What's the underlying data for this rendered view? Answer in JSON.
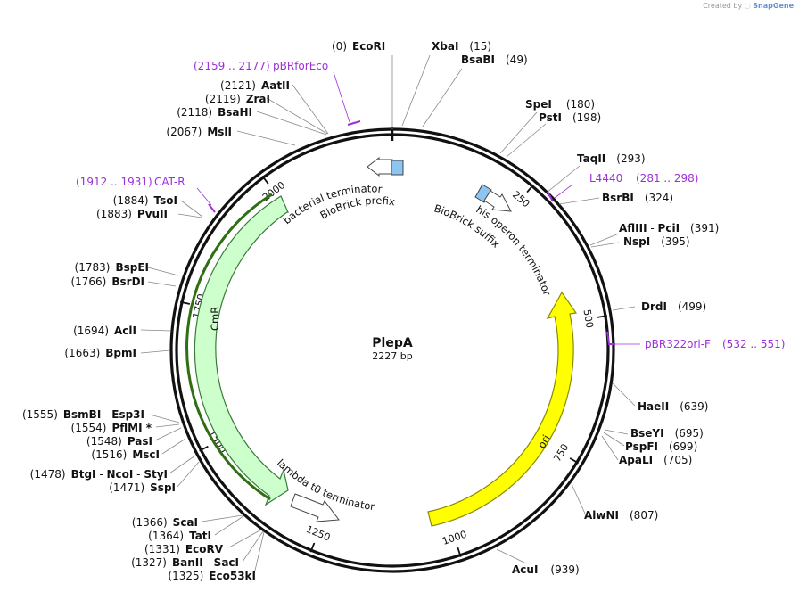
{
  "credit": {
    "prefix": "Created by",
    "brand": "SnapGene"
  },
  "plasmid": {
    "name": "PlepA",
    "length": "2227 bp",
    "total_bp": 2227
  },
  "ticks": [
    {
      "bp": 250,
      "label": "250"
    },
    {
      "bp": 500,
      "label": "500"
    },
    {
      "bp": 750,
      "label": "750"
    },
    {
      "bp": 1000,
      "label": "1000"
    },
    {
      "bp": 1250,
      "label": "1250"
    },
    {
      "bp": 1500,
      "label": "1500"
    },
    {
      "bp": 1750,
      "label": "1750"
    },
    {
      "bp": 2000,
      "label": "2000"
    }
  ],
  "sites": [
    {
      "pos": "(0)",
      "name": "EcoRI"
    },
    {
      "name": "XbaI",
      "pos": "(15)"
    },
    {
      "name": "BsaBI",
      "pos": "(49)"
    },
    {
      "name": "SpeI",
      "pos": "(180)"
    },
    {
      "name": "PstI",
      "pos": "(198)"
    },
    {
      "name": "TaqII",
      "pos": "(293)"
    },
    {
      "name": "BsrBI",
      "pos": "(324)"
    },
    {
      "name": "AflIII",
      "sep": " - ",
      "name2": "PciI",
      "pos": "(391)"
    },
    {
      "name": "NspI",
      "pos": "(395)"
    },
    {
      "name": "DrdI",
      "pos": "(499)"
    },
    {
      "name": "HaeII",
      "pos": "(639)"
    },
    {
      "name": "BseYI",
      "pos": "(695)"
    },
    {
      "name": "PspFI",
      "pos": "(699)"
    },
    {
      "name": "ApaLI",
      "pos": "(705)"
    },
    {
      "name": "AlwNI",
      "pos": "(807)"
    },
    {
      "name": "AcuI",
      "pos": "(939)"
    },
    {
      "pos": "(1325)",
      "name": "Eco53kI"
    },
    {
      "pos": "(1327)",
      "name": "BanII",
      "sep": " - ",
      "name2": "SacI"
    },
    {
      "pos": "(1331)",
      "name": "EcoRV"
    },
    {
      "pos": "(1364)",
      "name": "TatI"
    },
    {
      "pos": "(1366)",
      "name": "ScaI"
    },
    {
      "pos": "(1471)",
      "name": "SspI"
    },
    {
      "pos": "(1478)",
      "name": "BtgI",
      "sep": " - ",
      "name2": "NcoI",
      "sep2": " - ",
      "name3": "StyI"
    },
    {
      "pos": "(1516)",
      "name": "MscI"
    },
    {
      "pos": "(1548)",
      "name": "PasI"
    },
    {
      "pos": "(1554)",
      "name": "PflMI *"
    },
    {
      "pos": "(1555)",
      "name": "BsmBI",
      "sep": " - ",
      "name2": "Esp3I"
    },
    {
      "pos": "(1663)",
      "name": "BpmI"
    },
    {
      "pos": "(1694)",
      "name": "AclI"
    },
    {
      "pos": "(1766)",
      "name": "BsrDI"
    },
    {
      "pos": "(1783)",
      "name": "BspEI"
    },
    {
      "pos": "(1883)",
      "name": "PvuII"
    },
    {
      "pos": "(1884)",
      "name": "TsoI"
    },
    {
      "pos": "(2067)",
      "name": "MslI"
    },
    {
      "pos": "(2118)",
      "name": "BsaHI"
    },
    {
      "pos": "(2119)",
      "name": "ZraI"
    },
    {
      "pos": "(2121)",
      "name": "AatII"
    }
  ],
  "primers": [
    {
      "range": "(2159 .. 2177)",
      "name": "pBRforEco",
      "color": "#9b30d9"
    },
    {
      "range": "(1912 .. 1931)",
      "name": "CAT-R",
      "color": "#9b30d9"
    },
    {
      "range": "(281 .. 298)",
      "name": "L4440",
      "color": "#9b30d9"
    },
    {
      "range": "(532 .. 551)",
      "name": "pBR322ori-F",
      "color": "#9b30d9"
    }
  ],
  "features": [
    {
      "name": "CmR",
      "color": "#ccffcc",
      "stroke": "#3a7a3a"
    },
    {
      "name": "ori",
      "color": "#ffff00",
      "stroke": "#8a8a00"
    },
    {
      "name": "bacterial terminator",
      "color": "#ffffff"
    },
    {
      "name": "BioBrick prefix",
      "color": "#8ec5f0"
    },
    {
      "name": "his operon terminator",
      "color": "#ffffff"
    },
    {
      "name": "BioBrick suffix",
      "color": "#8ec5f0"
    },
    {
      "name": "lambda t0 terminator",
      "color": "#ffffff"
    }
  ]
}
